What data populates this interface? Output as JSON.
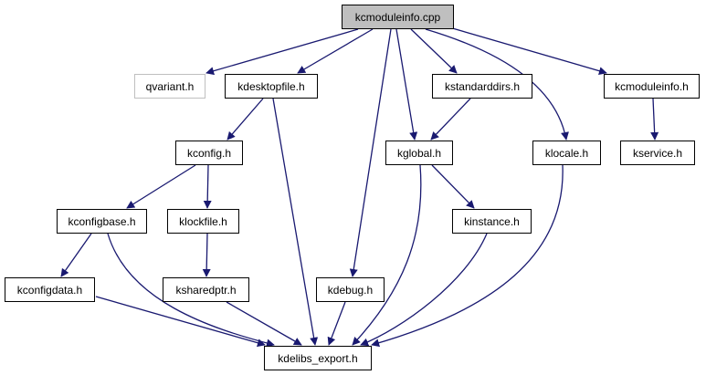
{
  "graph": {
    "type": "include-dependency-graph",
    "edge_color": "#191970",
    "nodes": [
      {
        "id": "kcmoduleinfo_cpp",
        "label": "kcmoduleinfo.cpp",
        "kind": "root"
      },
      {
        "id": "qvariant_h",
        "label": "qvariant.h",
        "kind": "external"
      },
      {
        "id": "kdesktopfile_h",
        "label": "kdesktopfile.h",
        "kind": "normal"
      },
      {
        "id": "kstandarddirs_h",
        "label": "kstandarddirs.h",
        "kind": "normal"
      },
      {
        "id": "kcmoduleinfo_h",
        "label": "kcmoduleinfo.h",
        "kind": "normal"
      },
      {
        "id": "kconfig_h",
        "label": "kconfig.h",
        "kind": "normal"
      },
      {
        "id": "kglobal_h",
        "label": "kglobal.h",
        "kind": "normal"
      },
      {
        "id": "klocale_h",
        "label": "klocale.h",
        "kind": "normal"
      },
      {
        "id": "kservice_h",
        "label": "kservice.h",
        "kind": "normal"
      },
      {
        "id": "kconfigbase_h",
        "label": "kconfigbase.h",
        "kind": "normal"
      },
      {
        "id": "klockfile_h",
        "label": "klockfile.h",
        "kind": "normal"
      },
      {
        "id": "kinstance_h",
        "label": "kinstance.h",
        "kind": "normal"
      },
      {
        "id": "kconfigdata_h",
        "label": "kconfigdata.h",
        "kind": "normal"
      },
      {
        "id": "ksharedptr_h",
        "label": "ksharedptr.h",
        "kind": "normal"
      },
      {
        "id": "kdebug_h",
        "label": "kdebug.h",
        "kind": "normal"
      },
      {
        "id": "kdelibs_export_h",
        "label": "kdelibs_export.h",
        "kind": "normal"
      }
    ],
    "edges": [
      {
        "from": "kcmoduleinfo_cpp",
        "to": "qvariant_h"
      },
      {
        "from": "kcmoduleinfo_cpp",
        "to": "kdesktopfile_h"
      },
      {
        "from": "kcmoduleinfo_cpp",
        "to": "kdebug_h"
      },
      {
        "from": "kcmoduleinfo_cpp",
        "to": "kglobal_h"
      },
      {
        "from": "kcmoduleinfo_cpp",
        "to": "kstandarddirs_h"
      },
      {
        "from": "kcmoduleinfo_cpp",
        "to": "klocale_h"
      },
      {
        "from": "kcmoduleinfo_cpp",
        "to": "kcmoduleinfo_h"
      },
      {
        "from": "kdesktopfile_h",
        "to": "kconfig_h"
      },
      {
        "from": "kdesktopfile_h",
        "to": "kdelibs_export_h"
      },
      {
        "from": "kstandarddirs_h",
        "to": "kglobal_h"
      },
      {
        "from": "kcmoduleinfo_h",
        "to": "kservice_h"
      },
      {
        "from": "kconfig_h",
        "to": "kconfigbase_h"
      },
      {
        "from": "kconfig_h",
        "to": "klockfile_h"
      },
      {
        "from": "kglobal_h",
        "to": "kinstance_h"
      },
      {
        "from": "kglobal_h",
        "to": "kdelibs_export_h"
      },
      {
        "from": "klocale_h",
        "to": "kdelibs_export_h"
      },
      {
        "from": "kconfigbase_h",
        "to": "kconfigdata_h"
      },
      {
        "from": "kconfigbase_h",
        "to": "kdelibs_export_h"
      },
      {
        "from": "klockfile_h",
        "to": "ksharedptr_h"
      },
      {
        "from": "kinstance_h",
        "to": "kdelibs_export_h"
      },
      {
        "from": "kconfigdata_h",
        "to": "kdelibs_export_h"
      },
      {
        "from": "ksharedptr_h",
        "to": "kdelibs_export_h"
      },
      {
        "from": "kdebug_h",
        "to": "kdelibs_export_h"
      }
    ]
  }
}
